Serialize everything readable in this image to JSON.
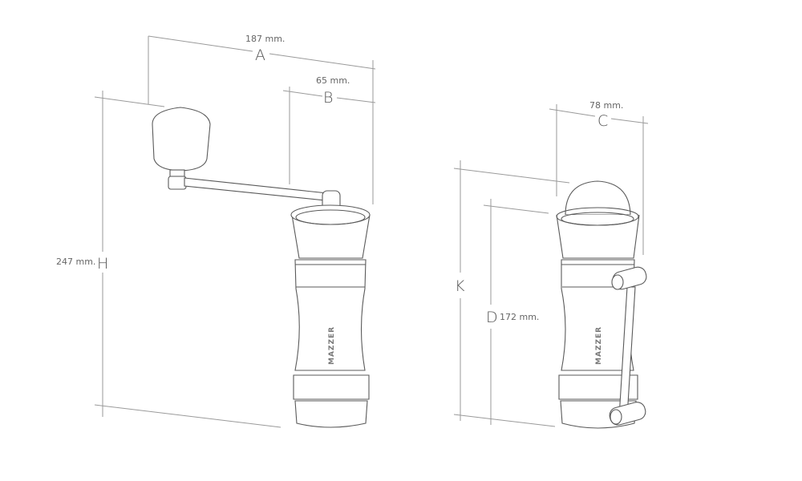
{
  "dimensions": {
    "A": {
      "letter": "A",
      "value": "187 mm."
    },
    "B": {
      "letter": "B",
      "value": "65 mm."
    },
    "H": {
      "letter": "H",
      "value": "247 mm."
    },
    "C": {
      "letter": "C",
      "value": "78 mm."
    },
    "K": {
      "letter": "K"
    },
    "D": {
      "letter": "D",
      "value": "172 mm."
    }
  },
  "brand": "MAZZER"
}
